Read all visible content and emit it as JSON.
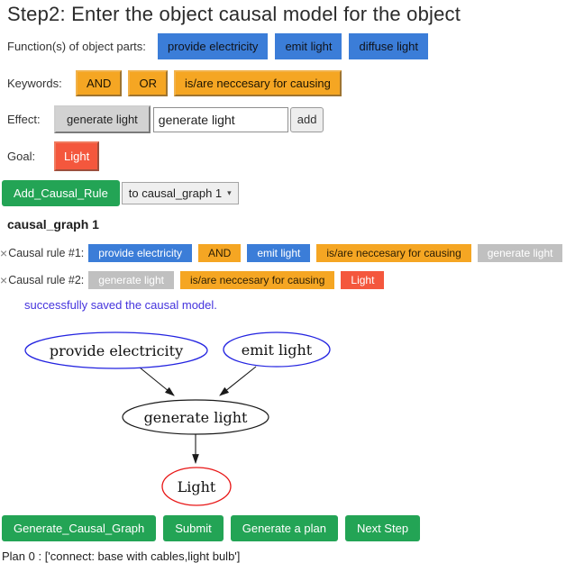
{
  "title": "Step2: Enter the object causal model for the object",
  "colors": {
    "blue": "#3b7dd8",
    "orange": "#f5a623",
    "green": "#23a455",
    "red": "#f4573d",
    "gray_chip": "#c0c0c0",
    "status_text": "#4433dd",
    "node_blue_outline": "#2222e0",
    "node_red_outline": "#e81717",
    "node_black_outline": "#1a1a1a"
  },
  "function_row": {
    "label": "Function(s) of object parts:",
    "buttons": [
      "provide electricity",
      "emit light",
      "diffuse light"
    ]
  },
  "keywords_row": {
    "label": "Keywords:",
    "buttons": [
      "AND",
      "OR",
      "is/are neccesary for causing"
    ]
  },
  "effect_row": {
    "label": "Effect:",
    "selected_effect": "generate light",
    "input_value": "generate light",
    "add_label": "add"
  },
  "goal_row": {
    "label": "Goal:",
    "goal": "Light"
  },
  "add_rule_row": {
    "button": "Add_Causal_Rule",
    "select_value": "to causal_graph 1",
    "select_caret": "▾"
  },
  "graph_section": {
    "heading": "causal_graph 1",
    "remove_icon": "×",
    "rules": [
      {
        "label": "Causal rule #1:",
        "chips": [
          {
            "text": "provide electricity",
            "color": "blue"
          },
          {
            "text": "AND",
            "color": "orange"
          },
          {
            "text": "emit light",
            "color": "blue"
          },
          {
            "text": "is/are neccesary for causing",
            "color": "orange"
          },
          {
            "text": "generate light",
            "color": "gray"
          }
        ]
      },
      {
        "label": "Causal rule #2:",
        "chips": [
          {
            "text": "generate light",
            "color": "gray"
          },
          {
            "text": "is/are neccesary for causing",
            "color": "orange"
          },
          {
            "text": "Light",
            "color": "red"
          }
        ]
      }
    ],
    "status_message": "successfully saved the causal model."
  },
  "causal_graph": {
    "nodes": [
      {
        "id": "provide_electricity",
        "label": "provide electricity",
        "outline": "blue"
      },
      {
        "id": "emit_light",
        "label": "emit light",
        "outline": "blue"
      },
      {
        "id": "generate_light",
        "label": "generate light",
        "outline": "black"
      },
      {
        "id": "light",
        "label": "Light",
        "outline": "red"
      }
    ],
    "edges": [
      {
        "from": "provide_electricity",
        "to": "generate_light"
      },
      {
        "from": "emit_light",
        "to": "generate_light"
      },
      {
        "from": "generate_light",
        "to": "light"
      }
    ]
  },
  "actions_row": {
    "buttons": [
      "Generate_Causal_Graph",
      "Submit",
      "Generate a plan",
      "Next Step"
    ]
  },
  "plan_text": "Plan 0 : ['connect: base with cables,light bulb']"
}
